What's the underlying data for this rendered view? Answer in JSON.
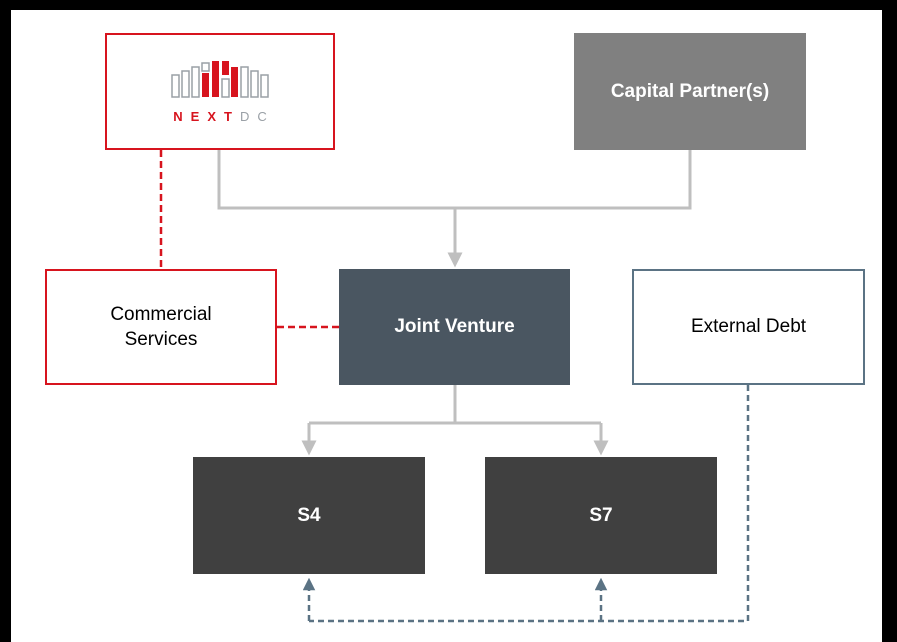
{
  "diagram": {
    "nodes": {
      "nextdc": {
        "wordmark_part1": "NEXT",
        "wordmark_part2": "DC",
        "logo_icon": "nextdc-data-center-logo-icon"
      },
      "capital_partners": {
        "label": "Capital Partner(s)"
      },
      "commercial_services": {
        "label": "Commercial\nServices"
      },
      "joint_venture": {
        "label": "Joint Venture"
      },
      "external_debt": {
        "label": "External Debt"
      },
      "s4": {
        "label": "S4"
      },
      "s7": {
        "label": "S7"
      }
    },
    "edges": [
      {
        "from": "nextdc",
        "to": "joint_venture",
        "style": "solid",
        "color": "#bfbfbf"
      },
      {
        "from": "capital_partners",
        "to": "joint_venture",
        "style": "solid",
        "color": "#bfbfbf"
      },
      {
        "from": "nextdc",
        "to": "commercial_services",
        "style": "dashed",
        "color": "#d7141e"
      },
      {
        "from": "commercial_services",
        "to": "joint_venture",
        "style": "dashed",
        "color": "#d7141e"
      },
      {
        "from": "joint_venture",
        "to": "s4",
        "style": "solid",
        "color": "#bfbfbf"
      },
      {
        "from": "joint_venture",
        "to": "s7",
        "style": "solid",
        "color": "#bfbfbf"
      },
      {
        "from": "external_debt",
        "to": "s4",
        "style": "dashed",
        "color": "#5b7384"
      },
      {
        "from": "external_debt",
        "to": "s7",
        "style": "dashed",
        "color": "#5b7384"
      }
    ],
    "colors": {
      "nextdc_red": "#d7141e",
      "capital_grey": "#808080",
      "joint_venture_slate": "#4a5661",
      "project_dark": "#404040",
      "debt_blue_grey": "#5b7384",
      "connector_grey": "#bfbfbf"
    }
  }
}
